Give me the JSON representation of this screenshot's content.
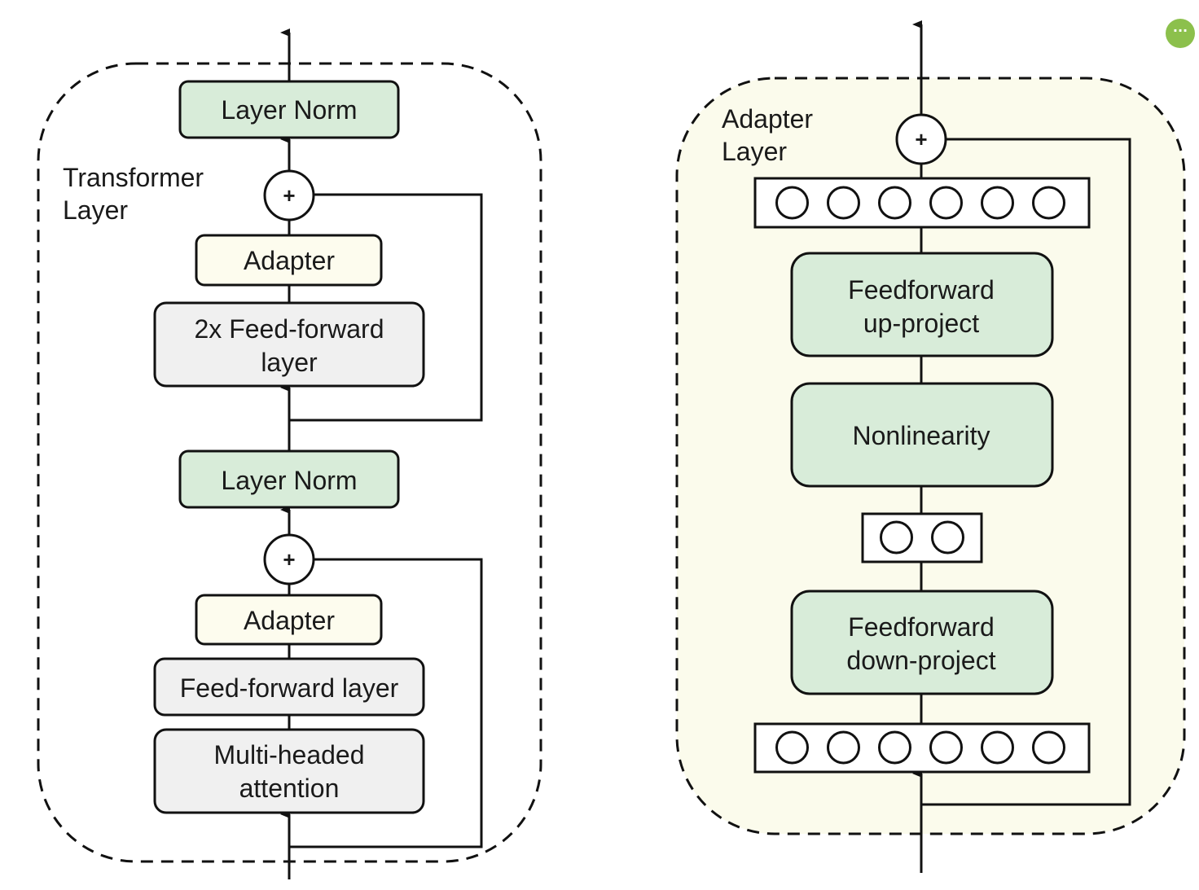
{
  "colors": {
    "green_fill": "#d8ecd9",
    "adapter_fill": "#fdfcee",
    "gray_fill": "#f0f0f0",
    "adapter_panel_bg": "#fbfbec",
    "stroke": "#111111",
    "menu_button": "#8cc04c"
  },
  "transformer_layer": {
    "title_line1": "Transformer",
    "title_line2": "Layer",
    "layer_norm_top": "Layer Norm",
    "adapter_top": "Adapter",
    "ffn_2x_line1": "2x Feed-forward",
    "ffn_2x_line2": "layer",
    "layer_norm_bottom": "Layer Norm",
    "adapter_bottom": "Adapter",
    "ffn": "Feed-forward layer",
    "mha_line1": "Multi-headed",
    "mha_line2": "attention",
    "plus_top": "+",
    "plus_bottom": "+"
  },
  "adapter_layer": {
    "title_line1": "Adapter",
    "title_line2": "Layer",
    "plus": "+",
    "up_line1": "Feedforward",
    "up_line2": "up-project",
    "nonlinearity": "Nonlinearity",
    "down_line1": "Feedforward",
    "down_line2": "down-project",
    "top_neurons": 6,
    "middle_neurons": 2,
    "bottom_neurons": 6
  },
  "menu_button": {
    "icon": "ellipsis-icon",
    "glyph": "···"
  }
}
